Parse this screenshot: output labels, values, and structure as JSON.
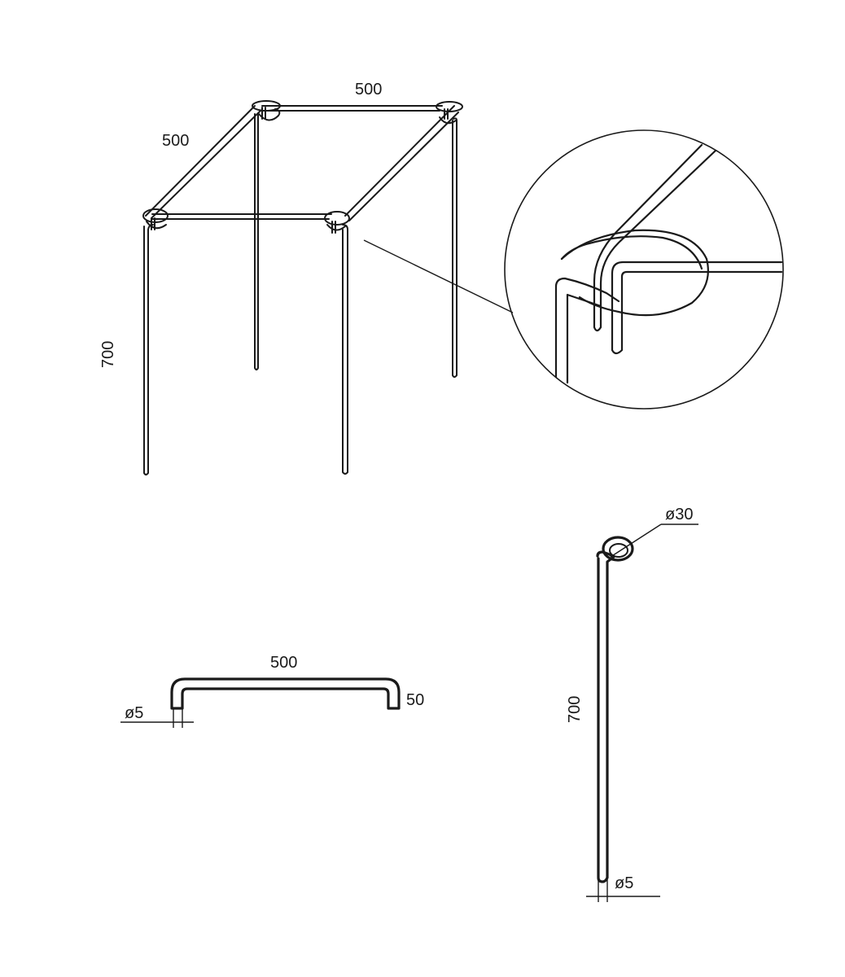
{
  "frame_view": {
    "width_label": "500",
    "depth_label": "500",
    "height_label": "700"
  },
  "crossbar_view": {
    "length_label": "500",
    "drop_label": "50",
    "diameter_label": "ø5"
  },
  "leg_view": {
    "loop_diameter_label": "ø30",
    "length_label": "700",
    "diameter_label": "ø5"
  },
  "colors": {
    "line": "#1a1a1a",
    "background": "#ffffff"
  }
}
